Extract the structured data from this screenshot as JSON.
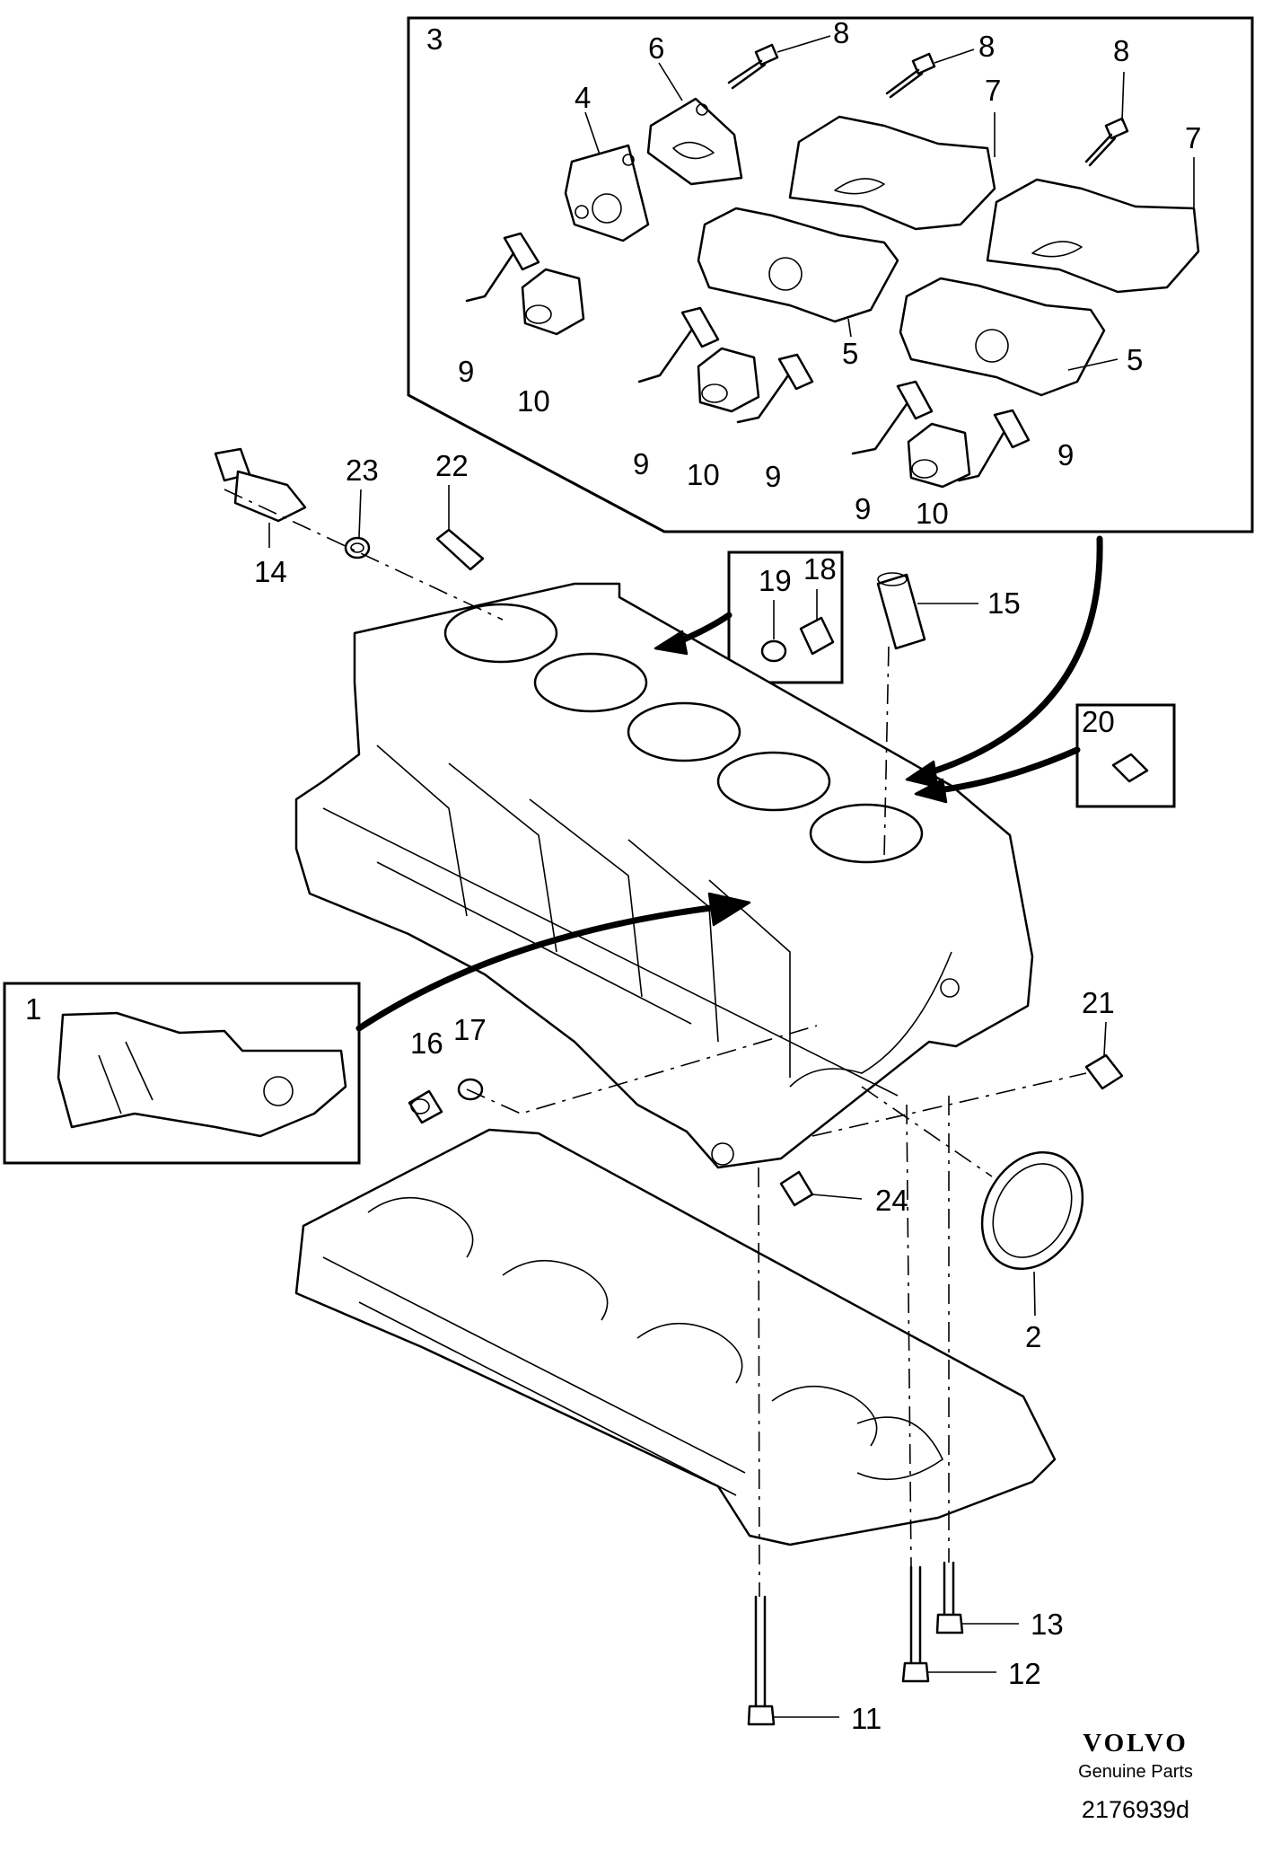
{
  "brand": {
    "name": "VOLVO",
    "tagline": "Genuine Parts",
    "drawing_number": "2176939d"
  },
  "callouts": [
    {
      "id": "c3",
      "label": "3"
    },
    {
      "id": "c8a",
      "label": "8"
    },
    {
      "id": "c8b",
      "label": "8"
    },
    {
      "id": "c8c",
      "label": "8"
    },
    {
      "id": "c6",
      "label": "6"
    },
    {
      "id": "c4",
      "label": "4"
    },
    {
      "id": "c7a",
      "label": "7"
    },
    {
      "id": "c7b",
      "label": "7"
    },
    {
      "id": "c5a",
      "label": "5"
    },
    {
      "id": "c5b",
      "label": "5"
    },
    {
      "id": "c9a",
      "label": "9"
    },
    {
      "id": "c9b",
      "label": "9"
    },
    {
      "id": "c9c",
      "label": "9"
    },
    {
      "id": "c9d",
      "label": "9"
    },
    {
      "id": "c9e",
      "label": "9"
    },
    {
      "id": "c10a",
      "label": "10"
    },
    {
      "id": "c10b",
      "label": "10"
    },
    {
      "id": "c10c",
      "label": "10"
    },
    {
      "id": "c23",
      "label": "23"
    },
    {
      "id": "c22",
      "label": "22"
    },
    {
      "id": "c14",
      "label": "14"
    },
    {
      "id": "c19",
      "label": "19"
    },
    {
      "id": "c18",
      "label": "18"
    },
    {
      "id": "c15",
      "label": "15"
    },
    {
      "id": "c20",
      "label": "20"
    },
    {
      "id": "c1",
      "label": "1"
    },
    {
      "id": "c21",
      "label": "21"
    },
    {
      "id": "c16",
      "label": "16"
    },
    {
      "id": "c17",
      "label": "17"
    },
    {
      "id": "c24",
      "label": "24"
    },
    {
      "id": "c2",
      "label": "2"
    },
    {
      "id": "c13",
      "label": "13"
    },
    {
      "id": "c12",
      "label": "12"
    },
    {
      "id": "c11",
      "label": "11"
    }
  ]
}
